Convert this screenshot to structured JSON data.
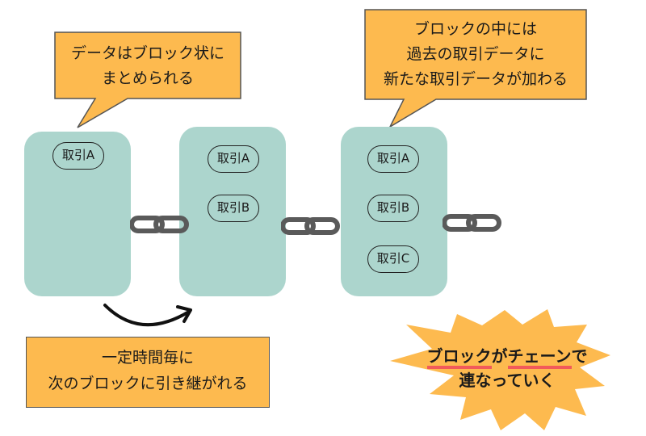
{
  "callouts": {
    "left": {
      "lines": [
        "データはブロック状に",
        "まとめられる"
      ]
    },
    "right": {
      "lines": [
        "ブロックの中には",
        "過去の取引データに",
        "新たな取引データが加わる"
      ]
    }
  },
  "blocks": [
    {
      "transactions": [
        "取引A"
      ]
    },
    {
      "transactions": [
        "取引A",
        "取引B"
      ]
    },
    {
      "transactions": [
        "取引A",
        "取引B",
        "取引C"
      ]
    }
  ],
  "note": {
    "lines": [
      "一定時間毎に",
      "次のブロックに引き継がれる"
    ]
  },
  "burst": {
    "line1_part1": "ブロック",
    "line1_part2": "が",
    "line1_part3": "チェーン",
    "line1_part4": "で",
    "line2": "連なっていく"
  },
  "colors": {
    "callout": "#fdba4f",
    "block": "#acd5cd",
    "chain": "#5a5a5a",
    "underline": "#f25a5a"
  }
}
